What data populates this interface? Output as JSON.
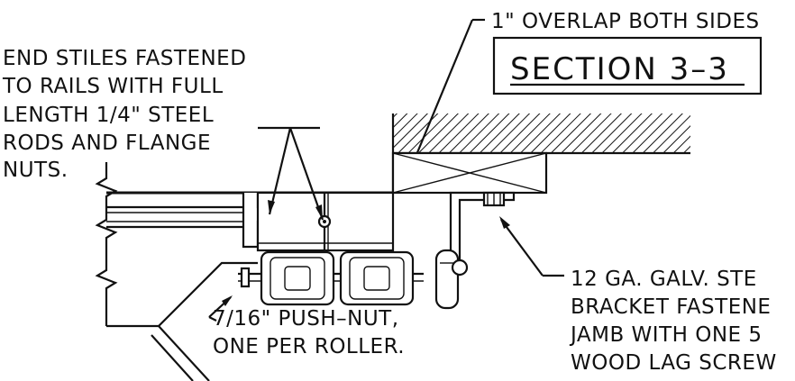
{
  "section_title": "SECTION 3–3",
  "callouts": {
    "overlap": "1\" OVERLAP BOTH SIDES",
    "end_stiles": [
      "END STILES FASTENED",
      "TO RAILS WITH FULL",
      "LENGTH 1/4\" STEEL",
      "RODS AND FLANGE",
      "NUTS."
    ],
    "push_nut": [
      "7/16\" PUSH–NUT,",
      "ONE PER ROLLER."
    ],
    "bracket": [
      "12 GA. GALV. STE",
      "BRACKET FASTENE",
      "JAMB WITH ONE 5",
      "WOOD LAG SCREW"
    ]
  }
}
